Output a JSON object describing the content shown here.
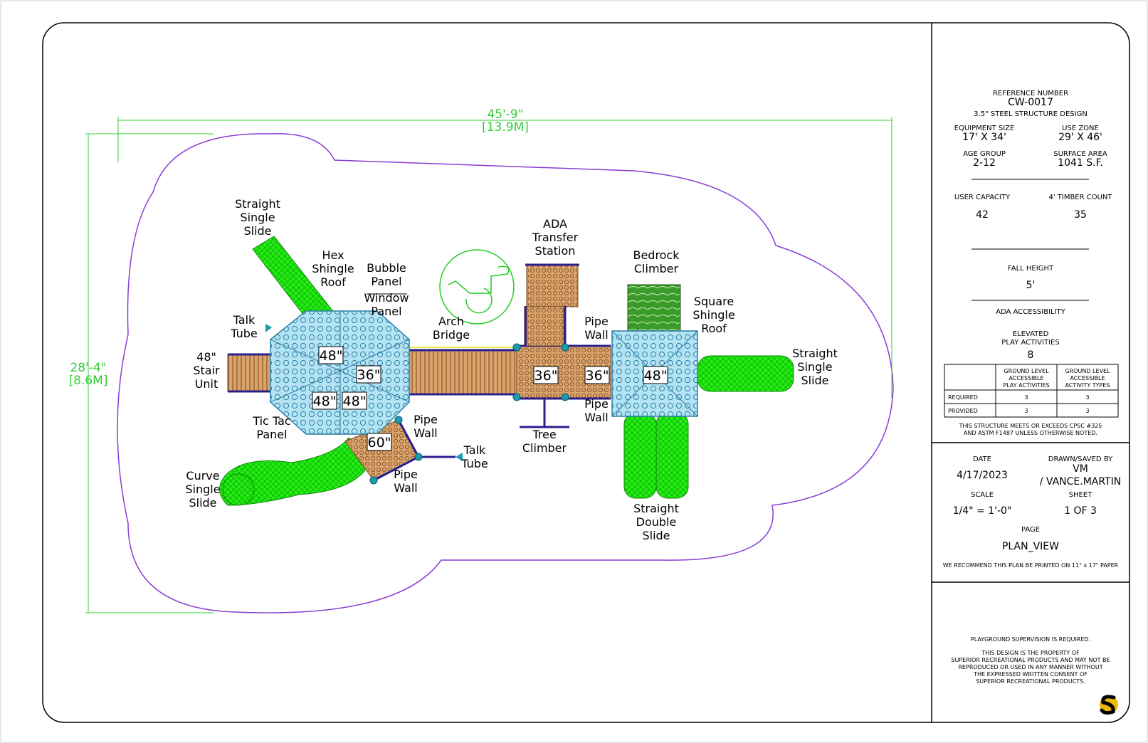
{
  "colors": {
    "use_zone": "#8a3cd6",
    "dimension": "#33cc33",
    "slide": "#22ee11",
    "deck_blue": "#9bd7ee",
    "deck_brown": "#c9935e",
    "frame": "#2a1f8f",
    "post": "#1b9bb0"
  },
  "dimensions": {
    "width_ft": "45'-9\"",
    "width_m": "[13.9M]",
    "height_ft": "28'-4\"",
    "height_m": "[8.6M]"
  },
  "labels": {
    "straight_single_slide_top": [
      "Straight",
      "Single",
      "Slide"
    ],
    "hex_roof": [
      "Hex",
      "Shingle",
      "Roof"
    ],
    "bubble_panel": [
      "Bubble",
      "Panel"
    ],
    "window_panel": [
      "Window",
      "Panel"
    ],
    "ada_transfer": [
      "ADA",
      "Transfer",
      "Station"
    ],
    "bedrock_climber": [
      "Bedrock",
      "Climber"
    ],
    "square_roof": [
      "Square",
      "Shingle",
      "Roof"
    ],
    "talk_tube_left": [
      "Talk",
      "Tube"
    ],
    "arch_bridge": [
      "Arch",
      "Bridge"
    ],
    "pipe_wall_top": [
      "Pipe",
      "Wall"
    ],
    "stair_unit": [
      "48\"",
      "Stair",
      "Unit"
    ],
    "straight_single_slide_right": [
      "Straight",
      "Single",
      "Slide"
    ],
    "tic_tac_panel": [
      "Tic Tac",
      "Panel"
    ],
    "pipe_wall_mid": [
      "Pipe",
      "Wall"
    ],
    "pipe_wall_right": [
      "Pipe",
      "Wall"
    ],
    "tree_climber": [
      "Tree",
      "Climber"
    ],
    "talk_tube_bottom": [
      "Talk",
      "Tube"
    ],
    "curve_slide": [
      "Curve",
      "Single",
      "Slide"
    ],
    "pipe_wall_bottom": [
      "Pipe",
      "Wall"
    ],
    "straight_double_slide": [
      "Straight",
      "Double",
      "Slide"
    ]
  },
  "deck_heights": {
    "hex_top": "48\"",
    "hex_center": "36\"",
    "hex_bottom_left": "48\"",
    "hex_bottom_right": "48\"",
    "lower_deck": "60\"",
    "bridge_deck_1": "36\"",
    "bridge_deck_2": "36\"",
    "square_deck": "48\""
  },
  "title_block": {
    "reference_label": "REFERENCE NUMBER",
    "reference_number": "CW-0017",
    "design": "3.5\" STEEL STRUCTURE DESIGN",
    "equipment_size_label": "EQUIPMENT SIZE",
    "equipment_size": "17' X 34'",
    "use_zone_label": "USE ZONE",
    "use_zone": "29' X 46'",
    "age_group_label": "AGE GROUP",
    "age_group": "2-12",
    "surface_area_label": "SURFACE AREA",
    "surface_area": "1041 S.F.",
    "user_capacity_label": "USER CAPACITY",
    "user_capacity": "42",
    "timber_count_label": "4' TIMBER COUNT",
    "timber_count": "35",
    "fall_height_label": "FALL HEIGHT",
    "fall_height": "5'",
    "ada_label": "ADA ACCESSIBILITY",
    "elevated_label_1": "ELEVATED",
    "elevated_label_2": "PLAY ACTIVITIES",
    "elevated_value": "8",
    "table_col1": [
      "GROUND LEVEL",
      "ACCESSIBLE",
      "PLAY ACTIVITIES"
    ],
    "table_col2": [
      "GROUND LEVEL",
      "ACCESSIBLE",
      "ACTIVITY TYPES"
    ],
    "table_rows": [
      {
        "label": "REQUIRED",
        "a": "3",
        "b": "3"
      },
      {
        "label": "PROVIDED",
        "a": "3",
        "b": "3"
      }
    ],
    "compliance_1": "THIS STRUCTURE MEETS OR EXCEEDS CPSC #325",
    "compliance_2": "AND ASTM F1487 UNLESS OTHERWISE NOTED.",
    "date_label": "DATE",
    "date": "4/17/2023",
    "drawn_label": "DRAWN/SAVED BY",
    "drawn_1": "VM",
    "drawn_2": "/ VANCE.MARTIN",
    "scale_label": "SCALE",
    "scale": "1/4\" = 1'-0\"",
    "sheet_label": "SHEET",
    "sheet": "1   OF   3",
    "page_label": "PAGE",
    "page": "PLAN_VIEW",
    "print_note": "WE RECOMMEND THIS PLAN BE PRINTED ON 11\" x 17\" PAPER",
    "supervision": "PLAYGROUND SUPERVISION IS REQUIRED.",
    "property_lines": [
      "THIS DESIGN IS THE PROPERTY OF",
      "SUPERIOR RECREATIONAL PRODUCTS AND MAY NOT BE",
      "REPRODUCED OR USED IN ANY MANNER WITHOUT",
      "THE EXPRESSED WRITTEN CONSENT OF",
      "SUPERIOR RECREATIONAL PRODUCTS."
    ]
  }
}
